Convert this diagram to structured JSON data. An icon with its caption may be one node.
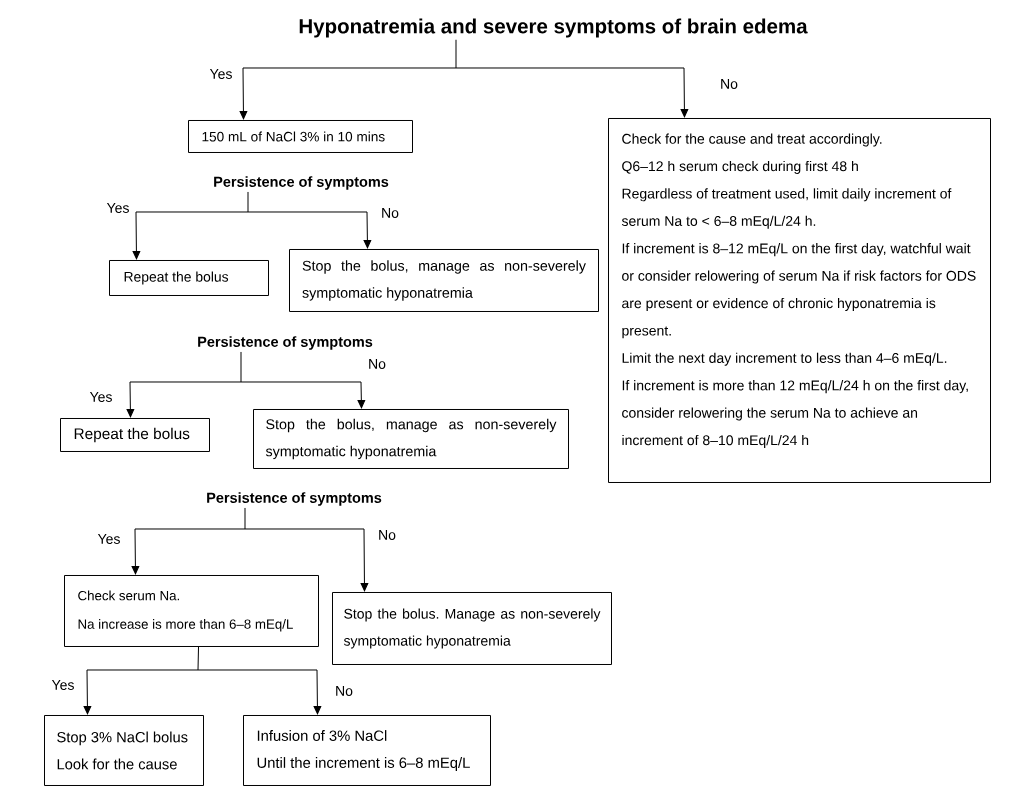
{
  "diagram": {
    "nodes": [
      {
        "text": [
          "Hyponatremia and severe symptoms of brain edema"
        ]
      },
      {
        "text": [
          "150 mL of NaCl 3% in 10 mins"
        ]
      },
      {
        "text": [
          "Check for the cause and treat accordingly.",
          "Q6–12 h serum check during first 48 h",
          "Regardless of treatment used, limit daily increment of serum Na to < 6–8 mEq/L/24 h.",
          "If increment is 8–12 mEq/L on the first day, watchful wait or consider relowering of serum Na if risk factors for ODS are present or evidence of chronic hyponatremia is present.",
          "Limit the next day increment to less than 4–6 mEq/L.",
          "If increment is more than 12 mEq/L/24 h on the first day, consider relowering the serum Na to achieve an increment of 8–10 mEq/L/24 h"
        ]
      },
      {
        "text": [
          "Persistence of symptoms"
        ]
      },
      {
        "text": [
          "Repeat the bolus"
        ]
      },
      {
        "text": [
          "Stop the bolus, manage as non-severely symptomatic hyponatremia"
        ]
      },
      {
        "text": [
          "Persistence of symptoms"
        ]
      },
      {
        "text": [
          "Repeat the bolus"
        ]
      },
      {
        "text": [
          "Stop the bolus, manage as non-severely symptomatic hyponatremia"
        ]
      },
      {
        "text": [
          "Persistence of symptoms"
        ]
      },
      {
        "text": [
          "Check serum Na.",
          "Na increase is more than 6–8 mEq/L"
        ]
      },
      {
        "text": [
          "Stop the bolus. Manage as non-severely symptomatic hyponatremia"
        ]
      },
      {
        "text": [
          "Stop 3% NaCl bolus",
          "Look for the cause"
        ]
      },
      {
        "text": [
          "Infusion of 3% NaCl",
          "Until the increment is 6–8 mEq/L"
        ]
      }
    ],
    "edges": [
      {
        "from": 0,
        "to": 1,
        "arrow": "to",
        "label": "Yes"
      },
      {
        "from": 0,
        "to": 2,
        "arrow": "to",
        "label": "No"
      },
      {
        "from": 3,
        "to": 4,
        "arrow": "to",
        "label": "Yes"
      },
      {
        "from": 3,
        "to": 5,
        "arrow": "to",
        "label": "No"
      },
      {
        "from": 6,
        "to": 7,
        "arrow": "to",
        "label": "Yes"
      },
      {
        "from": 6,
        "to": 8,
        "arrow": "to",
        "label": "No"
      },
      {
        "from": 9,
        "to": 10,
        "arrow": "to",
        "label": "Yes"
      },
      {
        "from": 9,
        "to": 11,
        "arrow": "to",
        "label": "No"
      },
      {
        "from": 10,
        "to": 12,
        "arrow": "to",
        "label": "Yes"
      },
      {
        "from": 10,
        "to": 13,
        "arrow": "to",
        "label": "No"
      }
    ]
  }
}
